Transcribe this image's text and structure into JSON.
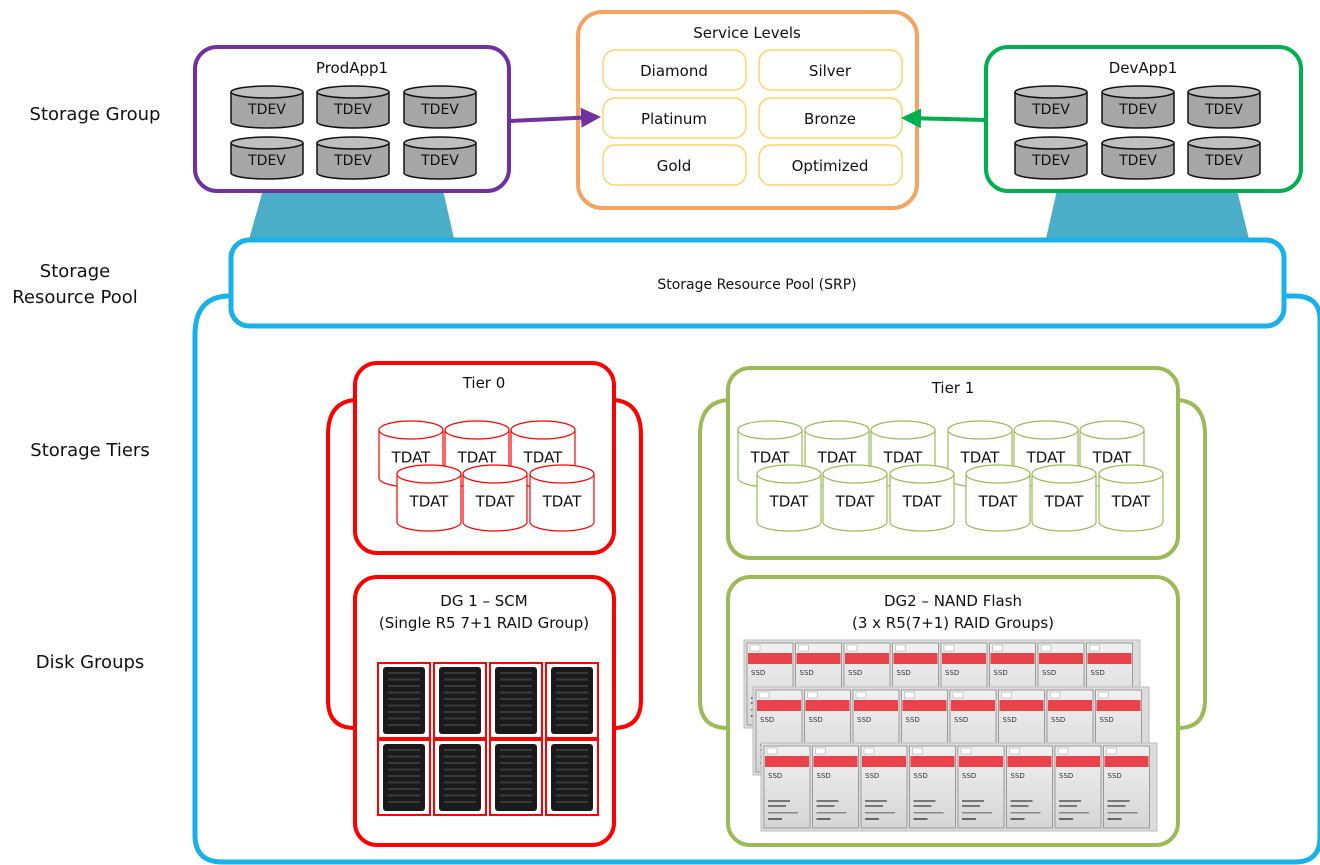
{
  "row_labels": {
    "storage_group": "Storage Group",
    "srp_line1": "Storage",
    "srp_line2": "Resource Pool",
    "storage_tiers": "Storage Tiers",
    "disk_groups": "Disk Groups"
  },
  "prod_app": {
    "title": "ProdApp1",
    "devices": [
      "TDEV",
      "TDEV",
      "TDEV",
      "TDEV",
      "TDEV",
      "TDEV"
    ],
    "color": "#7030a0"
  },
  "dev_app": {
    "title": "DevApp1",
    "devices": [
      "TDEV",
      "TDEV",
      "TDEV",
      "TDEV",
      "TDEV",
      "TDEV"
    ],
    "color": "#00b050"
  },
  "service_levels": {
    "title": "Service Levels",
    "levels": [
      "Diamond",
      "Silver",
      "Platinum",
      "Bronze",
      "Gold",
      "Optimized"
    ],
    "color": "#f4a460"
  },
  "srp": {
    "label": "Storage Resource Pool (SRP)",
    "color": "#1ab0e8",
    "connector_color": "#4aaec9"
  },
  "tier0": {
    "title": "Tier 0",
    "devices": [
      "TDAT",
      "TDAT",
      "TDAT",
      "TDAT",
      "TDAT",
      "TDAT"
    ],
    "color": "#ff0000"
  },
  "tier1": {
    "title": "Tier 1",
    "devices": [
      "TDAT",
      "TDAT",
      "TDAT",
      "TDAT",
      "TDAT",
      "TDAT",
      "TDAT",
      "TDAT",
      "TDAT",
      "TDAT",
      "TDAT",
      "TDAT"
    ],
    "color": "#9bbb59"
  },
  "dg1": {
    "title_line1": "DG 1 – SCM",
    "title_line2": "(Single R5 7+1 RAID Group)",
    "drive_count": 8
  },
  "dg2": {
    "title_line1": "DG2 – NAND Flash",
    "title_line2": "(3 x R5(7+1) RAID Groups)",
    "drive_label": "SSD",
    "drive_count": 24
  }
}
